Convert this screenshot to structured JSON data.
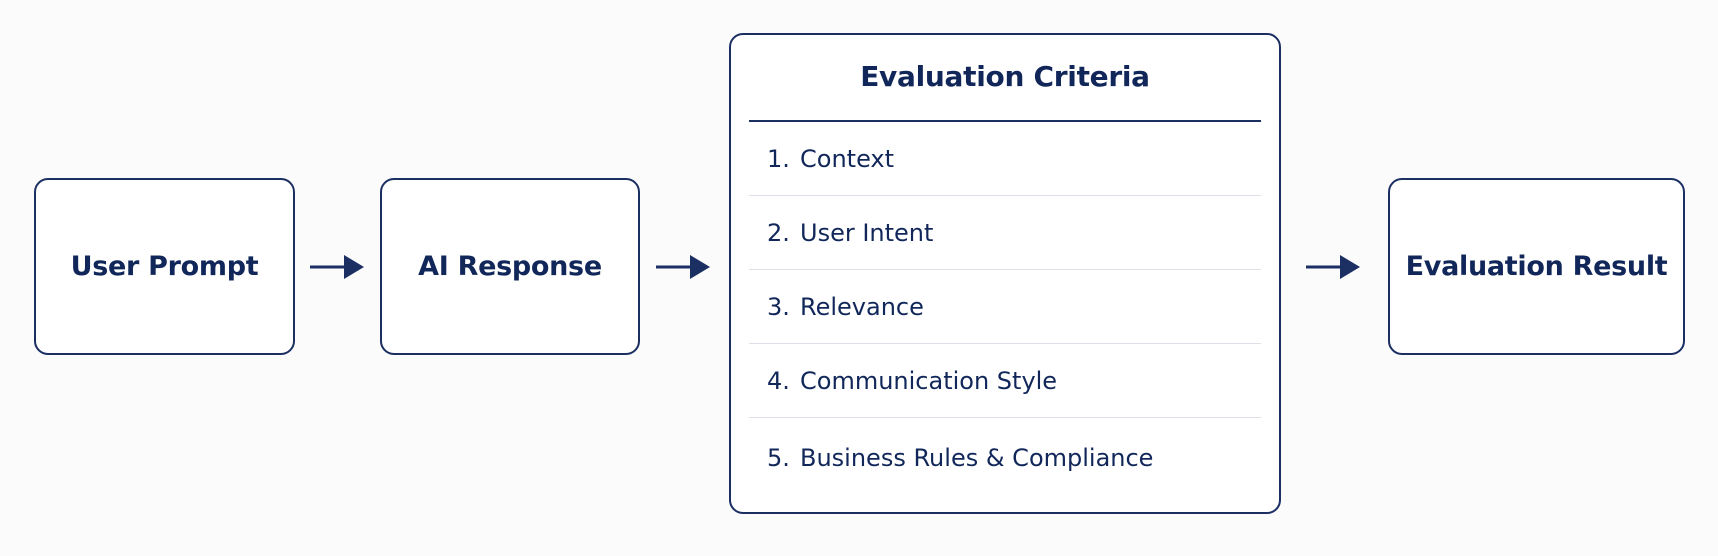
{
  "diagram": {
    "nodes": {
      "user_prompt": "User Prompt",
      "ai_response": "AI Response",
      "evaluation_result": "Evaluation Result"
    },
    "criteria": {
      "title": "Evaluation Criteria",
      "items": [
        {
          "number": "1.",
          "label": "Context"
        },
        {
          "number": "2.",
          "label": "User Intent"
        },
        {
          "number": "3.",
          "label": "Relevance"
        },
        {
          "number": "4.",
          "label": "Communication Style"
        },
        {
          "number": "5.",
          "label": "Business Rules & Compliance"
        }
      ]
    },
    "colors": {
      "stroke": "#1b2f63",
      "text": "#11275a",
      "divider": "#dde0e7",
      "background": "#fbfbfc"
    }
  }
}
